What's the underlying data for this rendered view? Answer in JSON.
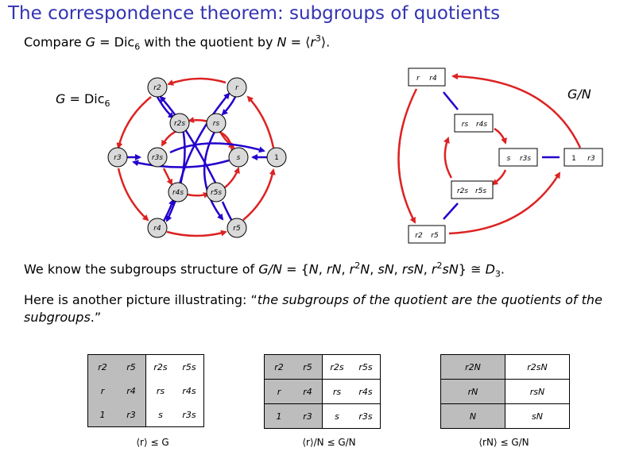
{
  "title": "The correspondence theorem: subgroups of quotients",
  "intro": {
    "text": "Compare G = Dic6 with the quotient by N = ⟨r3⟩.",
    "pre": "Compare ",
    "G": "G",
    "eq": " = ",
    "dic": "Dic",
    "dic_sub": "6",
    "mid": " with the quotient by ",
    "N": "N",
    "gen_open": " = ⟨",
    "r": "r",
    "exp": "3",
    "gen_close": "⟩."
  },
  "left_diagram": {
    "caption": "G = Dic6",
    "caption_parts": {
      "G": "G",
      "eq": " = ",
      "dic": "Dic",
      "sub": "6"
    },
    "nodes": {
      "r2": "r2",
      "r": "r",
      "r2s": "r2s",
      "rs": "rs",
      "r3": "r3",
      "r3s": "r3s",
      "s": "s",
      "one": "1",
      "r4s": "r4s",
      "r5s": "r5s",
      "r4": "r4",
      "r5": "r5"
    },
    "colors": {
      "red": "#dd2222",
      "blue": "#2200cc",
      "node_fill": "#d9d9d9"
    }
  },
  "right_diagram": {
    "caption": "G/N",
    "boxes": {
      "top": [
        "r",
        "r4"
      ],
      "rs": [
        "rs",
        "r4s"
      ],
      "s": [
        "s",
        "r3s"
      ],
      "one": [
        "1",
        "r3"
      ],
      "r2s": [
        "r2s",
        "r5s"
      ],
      "bottom": [
        "r2",
        "r5"
      ]
    }
  },
  "subgroups_line": "We know the subgroups structure of G/N = {N, rN, r2N, sN, rsN, r2sN} ≅ D3.",
  "subgroups_parts": {
    "pre": "We know the subgroups structure of ",
    "GN": "G/N",
    "eq": " = {",
    "N": "N",
    "rN": "rN",
    "r2N_a": "r",
    "r2N_b": "N",
    "sN": "sN",
    "rsN": "rsN",
    "r2sN_a": "r",
    "r2sN_b": "sN",
    "sup2": "2",
    "close": "}",
    "iso": " ≅ ",
    "D": "D",
    "Dsub": "3",
    "end": "."
  },
  "illustration_line1": {
    "pre": "Here is another picture illustrating: “",
    "emph": "the subgroups of the quotient are the quotients of the"
  },
  "illustration_line2": {
    "emph": "subgroups",
    "post": ".”"
  },
  "tables": [
    {
      "rows": [
        [
          "r2",
          "r5",
          "r2s",
          "r5s"
        ],
        [
          "r",
          "r4",
          "rs",
          "r4s"
        ],
        [
          "1",
          "r3",
          "s",
          "r3s"
        ]
      ],
      "caption": "⟨r⟩ ≤ G"
    },
    {
      "rows": [
        [
          "r2",
          "r5",
          "r2s",
          "r5s"
        ],
        [
          "r",
          "r4",
          "rs",
          "r4s"
        ],
        [
          "1",
          "r3",
          "s",
          "r3s"
        ]
      ],
      "caption": "⟨r⟩/N ≤ G/N"
    },
    {
      "rows": [
        [
          "r2N",
          "r2sN"
        ],
        [
          "rN",
          "rsN"
        ],
        [
          "N",
          "sN"
        ]
      ],
      "caption": "⟨rN⟩ ≤ G/N"
    }
  ]
}
